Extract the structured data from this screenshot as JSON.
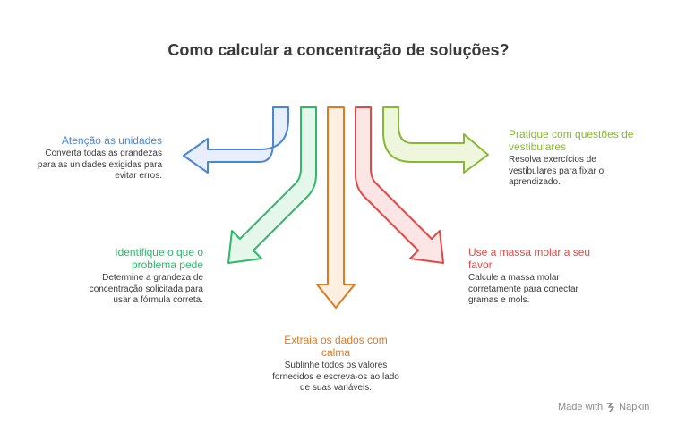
{
  "title": "Como calcular a concentração de soluções?",
  "items": [
    {
      "id": "unidades",
      "head": "Atenção às unidades",
      "desc": "Converta todas as grandezas para as unidades exigidas para evitar erros.",
      "color": "#4a86d6",
      "fill": "#e8eefb"
    },
    {
      "id": "identifique",
      "head": "Identifique o que o problema pede",
      "desc": "Determine a grandeza de concentração solicitada para usar a fórmula correta.",
      "color": "#2fb86a",
      "fill": "#e5f6ea"
    },
    {
      "id": "dados",
      "head": "Extraia os dados com calma",
      "desc": "Sublinhe todos os valores fornecidos e escreva-os ao lado de suas variáveis.",
      "color": "#e07a20",
      "fill": "#fdf0e2"
    },
    {
      "id": "massa",
      "head": "Use a massa molar a seu favor",
      "desc": "Calcule a massa molar corretamente para conectar gramas e mols.",
      "color": "#e04848",
      "fill": "#fbe5e5"
    },
    {
      "id": "pratique",
      "head": "Pratique com questões de vestibulares",
      "desc": "Resolva exercícios de vestibulares para fixar o aprendizado.",
      "color": "#86b830",
      "fill": "#eef6dd"
    }
  ],
  "badge": {
    "text": "Made with",
    "brand": "Napkin"
  }
}
